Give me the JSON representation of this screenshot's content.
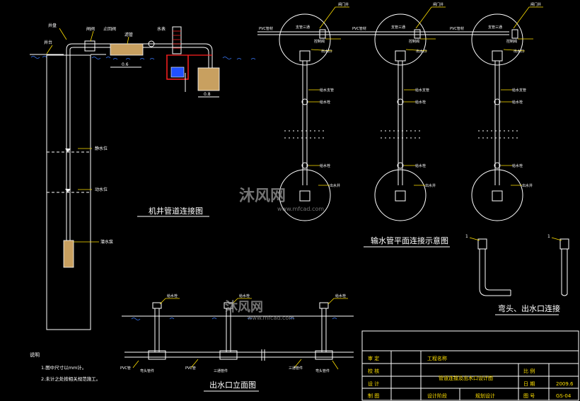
{
  "colors": {
    "background": "#000000",
    "line": "#ffffff",
    "leader": "#ffe000",
    "water": "#3a7bff",
    "pump": "#ff2020",
    "title_block": "#ffe000"
  },
  "well_section": {
    "labels": {
      "wellhead": "井盘",
      "platform": "井台",
      "gate_valve": "闸阀",
      "check_valve": "止回阀",
      "filter": "滤管",
      "pressure_gauge": "水表",
      "static_level": "静水位",
      "dynamic_level": "动水位",
      "pump": "潜水泵",
      "dim1": "0.6",
      "dim2": "0.8"
    },
    "title": "机井管道连接图"
  },
  "plan_view": {
    "labels": {
      "pvc": "PVC管材",
      "branch_junction": "支管三通",
      "gate_well": "闸门井",
      "control_valve": "控制阀",
      "outlet": "出水口",
      "branch_pipe": "给水支管",
      "hydrant": "给水栓",
      "terminal_well": "出水井"
    },
    "title": "输水管平面连接示意图"
  },
  "elevation": {
    "labels": {
      "hydrant": "给水栓",
      "pvc": "PVC管",
      "elbow": "弯头管件",
      "tee": "三通管件",
      "elbow2": "弯头管件",
      "tee2": "三通管件",
      "water": "给水栓"
    },
    "title": "出水口立面图"
  },
  "elbow_detail": {
    "marker": "1",
    "title": "弯头、出水口连接"
  },
  "notes": {
    "heading": "说明",
    "items": [
      "1.图中尺寸以mm计。",
      "2.未计之处按相关规范施工。"
    ]
  },
  "watermarks": {
    "w1": "沐风网",
    "w2": "www.mfcad.com",
    "w3": "沐风网",
    "w4": "www.mfcad.com"
  },
  "title_block": {
    "reviewed": "审 定",
    "checked": "校 核",
    "designed": "设 计",
    "drawn": "制 图",
    "project_name_label": "工程名称",
    "drawing_title": "管道连接及出水口设计图",
    "design_stage_label": "设计阶段",
    "design_stage": "规划设计",
    "scale_label": "比 例",
    "date_label": "日 期",
    "date": "2009.6",
    "drawing_no_label": "图 号",
    "drawing_no": "GS-04"
  }
}
